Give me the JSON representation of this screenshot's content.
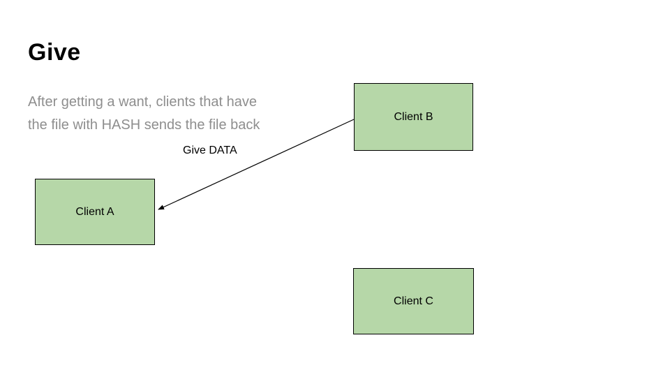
{
  "slide": {
    "title": "Give",
    "body_text": "After getting a want, clients that have the file with HASH sends the file back",
    "colors": {
      "background": "#ffffff",
      "title_text": "#000000",
      "body_text": "#8e8e8e",
      "node_fill": "#b6d7a8",
      "node_border": "#000000",
      "arrow": "#000000"
    }
  },
  "diagram": {
    "nodes": [
      {
        "id": "client-b",
        "label": "Client B"
      },
      {
        "id": "client-a",
        "label": "Client A"
      },
      {
        "id": "client-c",
        "label": "Client C"
      }
    ],
    "edges": [
      {
        "from": "client-b",
        "to": "client-a",
        "label": "Give DATA",
        "direction": "to-client-a"
      }
    ]
  }
}
